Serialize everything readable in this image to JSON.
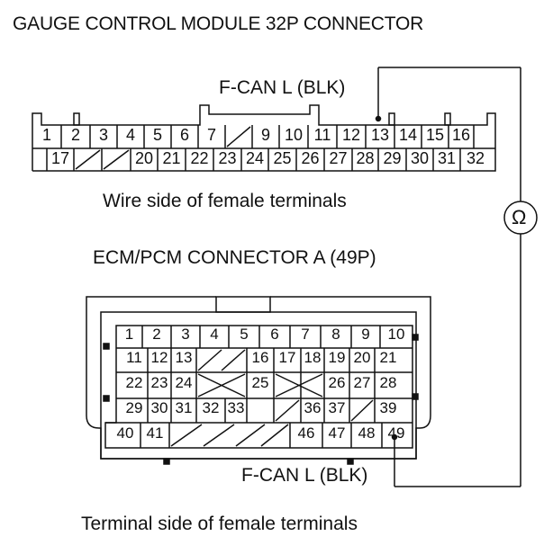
{
  "gauge_connector": {
    "title": "GAUGE CONTROL MODULE 32P CONNECTOR",
    "wire_label": "F-CAN L (BLK)",
    "view_label": "Wire side of female terminals",
    "row1": [
      "1",
      "2",
      "3",
      "4",
      "5",
      "6",
      "7",
      "",
      "",
      "9",
      "10",
      "11",
      "12",
      "13",
      "14",
      "15",
      "16"
    ],
    "row2": [
      "17",
      "",
      "",
      "20",
      "21",
      "22",
      "23",
      "24",
      "25",
      "26",
      "27",
      "28",
      "29",
      "30",
      "31",
      "32"
    ]
  },
  "ecm_connector": {
    "title": "ECM/PCM CONNECTOR A (49P)",
    "wire_label": "F-CAN L (BLK)",
    "view_label": "Terminal side of female terminals",
    "row1": [
      "1",
      "2",
      "3",
      "4",
      "5",
      "6",
      "7",
      "8",
      "9",
      "10"
    ],
    "row2": [
      "11",
      "12",
      "13",
      "",
      "",
      "16",
      "17",
      "18",
      "19",
      "20",
      "21"
    ],
    "row3": [
      "22",
      "23",
      "24",
      "",
      "25",
      "",
      "26",
      "27",
      "28"
    ],
    "row4": [
      "29",
      "30",
      "31",
      "32",
      "33",
      "",
      "",
      "36",
      "37",
      "",
      "39"
    ],
    "row5": [
      "40",
      "41",
      "",
      "",
      "",
      "",
      "46",
      "47",
      "48",
      "49"
    ]
  },
  "meter": {
    "symbol": "Ω"
  },
  "icons": {
    "meter": "ohmmeter-icon"
  }
}
